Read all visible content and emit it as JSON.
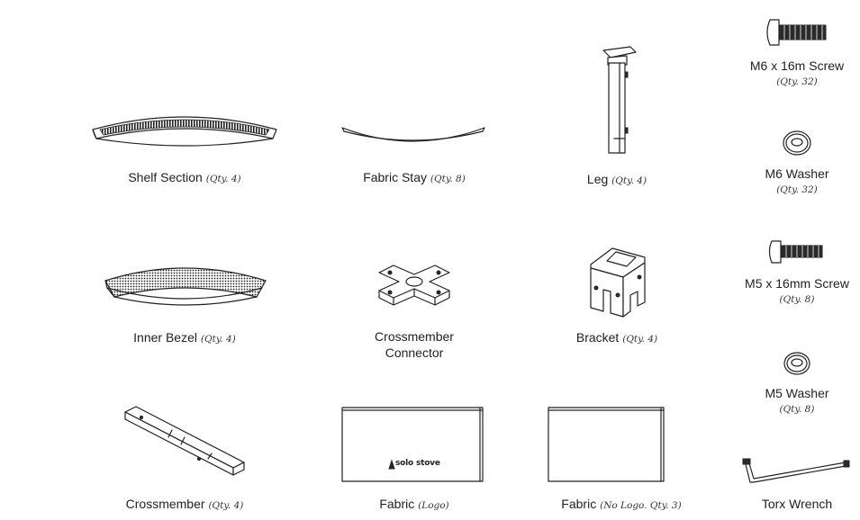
{
  "parts": {
    "shelf_section": {
      "name": "Shelf Section",
      "qty": "(Qty. 4)"
    },
    "fabric_stay": {
      "name": "Fabric Stay",
      "qty": "(Qty. 8)"
    },
    "leg": {
      "name": "Leg",
      "qty": "(Qty. 4)"
    },
    "m6_screw": {
      "name": "M6 x 16m Screw",
      "qty": "(Qty. 32)"
    },
    "m6_washer": {
      "name": "M6 Washer",
      "qty": "(Qty. 32)"
    },
    "inner_bezel": {
      "name": "Inner Bezel",
      "qty": "(Qty. 4)"
    },
    "crossmember_connector": {
      "name_line1": "Crossmember",
      "name_line2": "Connector"
    },
    "bracket": {
      "name": "Bracket",
      "qty": "(Qty. 4)"
    },
    "m5_screw": {
      "name": "M5 x 16mm Screw",
      "qty": "(Qty. 8)"
    },
    "m5_washer": {
      "name": "M5 Washer",
      "qty": "(Qty. 8)"
    },
    "crossmember": {
      "name": "Crossmember",
      "qty": "(Qty. 4)"
    },
    "fabric_logo": {
      "name": "Fabric",
      "qty": "(Logo)",
      "logo_text": "solo stove"
    },
    "fabric_no_logo": {
      "name": "Fabric",
      "qty": "(No Logo. Qty. 3)"
    },
    "torx_wrench": {
      "name": "Torx Wrench"
    }
  }
}
